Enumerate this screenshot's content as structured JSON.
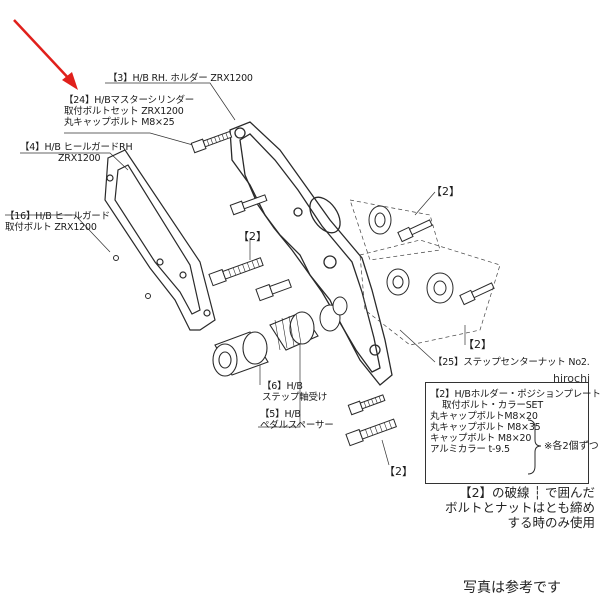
{
  "labels": {
    "holder": "【3】H/B RH. ホルダー ZRX1200",
    "master_cyl": [
      "【24】H/Bマスターシリンダー",
      "取付ボルトセット ZRX1200",
      "丸キャップボルト M8×25"
    ],
    "heel_guard": [
      "【4】H/B ヒールガードRH",
      "ZRX1200"
    ],
    "heel_guard_bolt": [
      "【16】H/B ヒールガード",
      "取付ボルト ZRX1200"
    ],
    "bracket2_a": "【2】",
    "bracket2_b": "【2】",
    "bracket2_c": "【2】",
    "bracket2_d": "【2】",
    "center_nut": "【25】ステップセンターナット No2.",
    "step_bearing": [
      "【6】H/B",
      "ステップ軸受け"
    ],
    "pedal_spacer": [
      "【5】H/B",
      "ペダルスペーサー"
    ]
  },
  "set_box": {
    "title": "【2】H/Bホルダー・ポジションプレート",
    "subtitle": "取付ボルト・カラーSET",
    "items": [
      "丸キャップボルトM8×20",
      "丸キャップボルト M8×35",
      "キャップボルト M8×20",
      "アルミカラー t-9.5"
    ],
    "note": "※各2個ずつ"
  },
  "watermark": "hirochi",
  "bottom_note": [
    "【2】の破線 ┆ で囲んだ",
    "ボルトとナットはとも締め",
    "する時のみ使用"
  ],
  "disclaimer": "写真は参考です",
  "colors": {
    "arrow": "#e0201b",
    "line": "#2a2a2a"
  }
}
